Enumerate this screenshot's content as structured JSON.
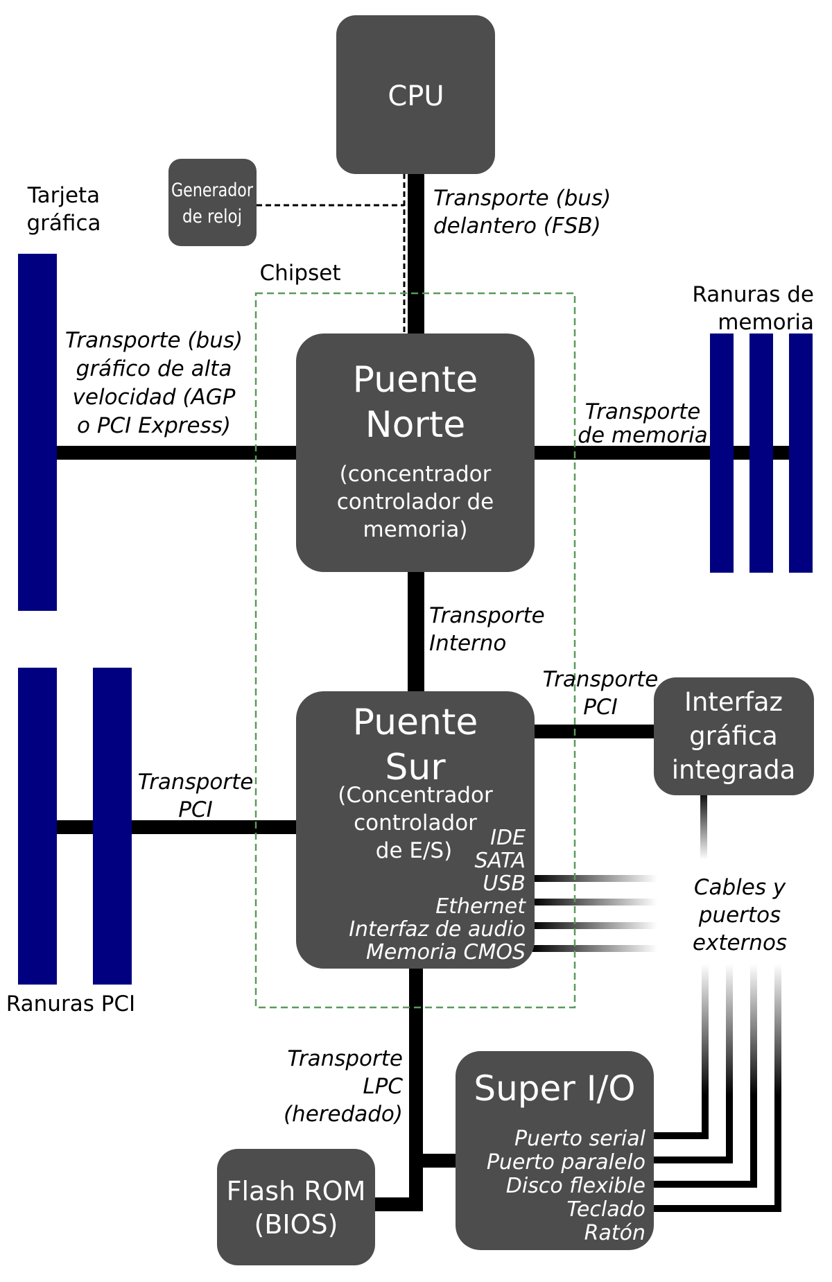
{
  "colors": {
    "box": "#4d4d4d",
    "slot": "#000080",
    "bus": "#000000",
    "chipset_border": "#5a9a5a",
    "text_on_box": "#ffffff"
  },
  "cpu": {
    "label": "CPU"
  },
  "clock": {
    "line1": "Generador",
    "line2": "de reloj"
  },
  "chipset": {
    "label": "Chipset"
  },
  "north_bridge": {
    "title1": "Puente",
    "title2": "Norte",
    "sub1": "(concentrador",
    "sub2": "controlador de",
    "sub3": "memoria)"
  },
  "south_bridge": {
    "title1": "Puente",
    "title2": "Sur",
    "sub1": "(Concentrador",
    "sub2": "controlador",
    "sub3": "de E/S)",
    "ports": [
      "IDE",
      "SATA",
      "USB",
      "Ethernet",
      "Interfaz de audio",
      "Memoria CMOS"
    ]
  },
  "integrated_graphics": {
    "line1": "Interfaz",
    "line2": "gráfica",
    "line3": "integrada"
  },
  "super_io": {
    "title": "Super I/O",
    "ports": [
      "Puerto serial",
      "Puerto paralelo",
      "Disco flexible",
      "Teclado",
      "Ratón"
    ]
  },
  "flash_rom": {
    "line1": "Flash ROM",
    "line2": "(BIOS)"
  },
  "labels": {
    "graphics_card": [
      "Tarjeta",
      "gráfica"
    ],
    "memory_slots": [
      "Ranuras de",
      "memoria"
    ],
    "pci_slots": "Ranuras PCI",
    "external": [
      "Cables y",
      "puertos",
      "externos"
    ]
  },
  "buses": {
    "fsb": [
      "Transporte (bus)",
      "delantero (FSB)"
    ],
    "agp": [
      "Transporte (bus)",
      "gráfico de alta",
      "velocidad (AGP",
      "o PCI Express)"
    ],
    "memory": [
      "Transporte",
      "de memoria"
    ],
    "internal": [
      "Transporte",
      "Interno"
    ],
    "pci_right": [
      "Transporte",
      "PCI"
    ],
    "pci_left": [
      "Transporte",
      "PCI"
    ],
    "lpc": [
      "Transporte",
      "LPC",
      "(heredado)"
    ]
  }
}
